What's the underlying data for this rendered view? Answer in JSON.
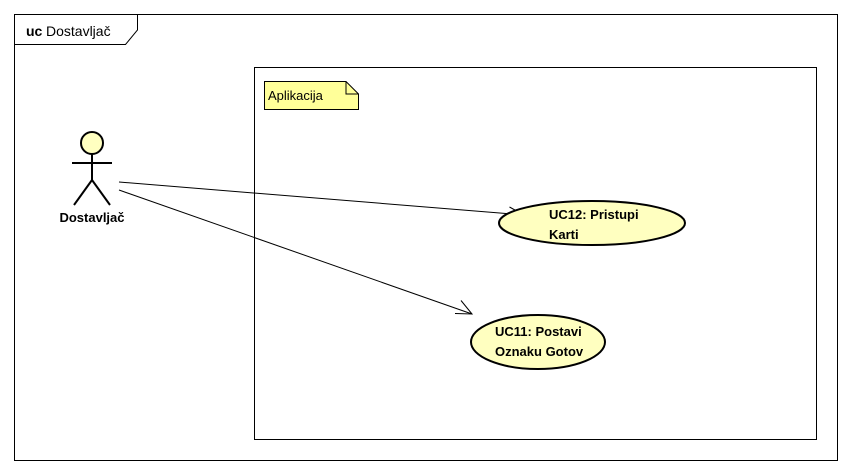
{
  "frame": {
    "keyword": "uc",
    "name": "Dostavljač"
  },
  "system": {
    "name": "Aplikacija"
  },
  "actor": {
    "name": "Dostavljač"
  },
  "use_cases": [
    {
      "line1": "UC12: Pristupi",
      "line2": "Karti"
    },
    {
      "line1": "UC11: Postavi",
      "line2": "Oznaku Gotov"
    }
  ],
  "colors": {
    "fill": "#ffffc0",
    "note_fill": "#ffff99",
    "stroke": "#000000"
  }
}
